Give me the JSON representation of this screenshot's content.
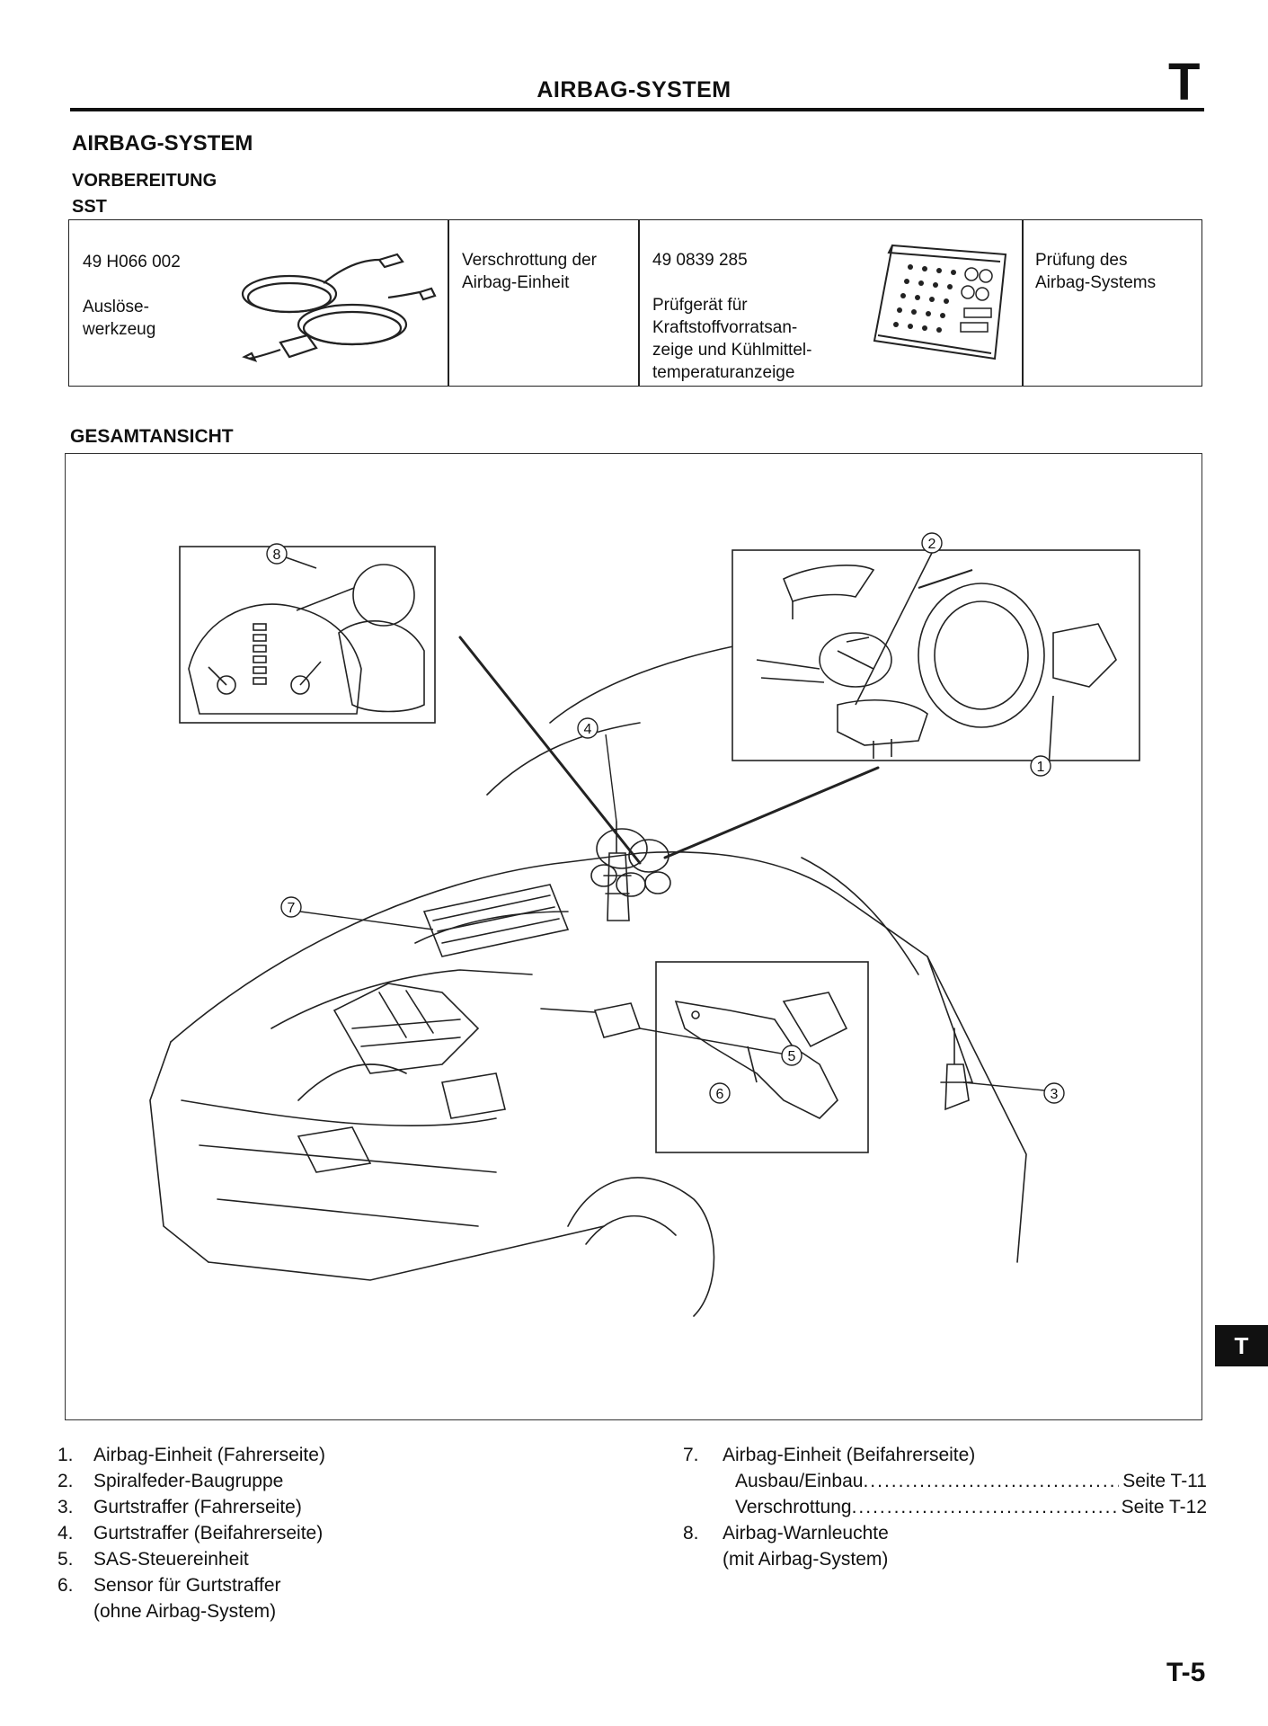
{
  "header": {
    "title": "AIRBAG-SYSTEM",
    "letter": "T"
  },
  "section_title": "AIRBAG-SYSTEM",
  "subheading_1": "VORBEREITUNG",
  "subheading_2": "SST",
  "sst_table": [
    {
      "part_no": "49 H066 002",
      "tool_name": "Auslöse-\nwerkzeug",
      "purpose": "Verschrottung der\nAirbag-Einheit"
    },
    {
      "part_no": "49 0839 285",
      "tool_name": "Prüfgerät für\nKraftstoffvorratsan-\nzeige und Kühlmittel-\ntemperaturanzeige",
      "purpose": "Prüfung des\nAirbag-Systems"
    }
  ],
  "overview_heading": "GESAMTANSICHT",
  "callouts": [
    "1",
    "2",
    "3",
    "4",
    "5",
    "6",
    "7",
    "8"
  ],
  "legend_left": [
    {
      "num": "1.",
      "text": "Airbag-Einheit (Fahrerseite)"
    },
    {
      "num": "2.",
      "text": "Spiralfeder-Baugruppe"
    },
    {
      "num": "3.",
      "text": "Gurtstraffer (Fahrerseite)"
    },
    {
      "num": "4.",
      "text": "Gurtstraffer (Beifahrerseite)"
    },
    {
      "num": "5.",
      "text": "SAS-Steuereinheit"
    },
    {
      "num": "6.",
      "text": "Sensor für Gurtstraffer"
    },
    {
      "num": "",
      "text": "(ohne Airbag-System)"
    }
  ],
  "legend_right": {
    "item7": {
      "num": "7.",
      "text": "Airbag-Einheit (Beifahrerseite)"
    },
    "sub": [
      {
        "label": "Ausbau/Einbau",
        "ref": "Seite T-11"
      },
      {
        "label": "Verschrottung",
        "ref": "Seite T-12"
      }
    ],
    "item8": {
      "num": "8.",
      "text": "Airbag-Warnleuchte"
    },
    "item8_sub": "(mit Airbag-System)"
  },
  "side_tab": "T",
  "page_number": "T-5"
}
